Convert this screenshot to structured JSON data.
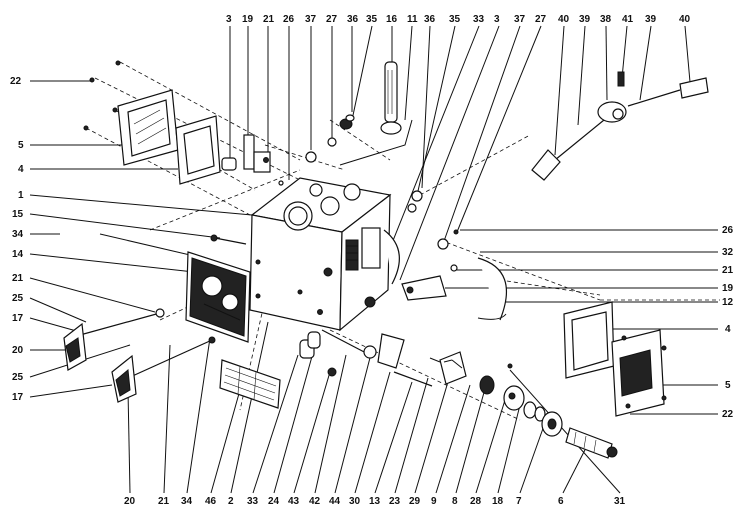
{
  "labels": {
    "top": [
      {
        "id": "t3a",
        "text": "3"
      },
      {
        "id": "t19",
        "text": "19"
      },
      {
        "id": "t21",
        "text": "21"
      },
      {
        "id": "t26",
        "text": "26"
      },
      {
        "id": "t37a",
        "text": "37"
      },
      {
        "id": "t27a",
        "text": "27"
      },
      {
        "id": "t36a",
        "text": "36"
      },
      {
        "id": "t35a",
        "text": "35"
      },
      {
        "id": "t16",
        "text": "16"
      },
      {
        "id": "t11",
        "text": "11"
      },
      {
        "id": "t36b",
        "text": "36"
      },
      {
        "id": "t35b",
        "text": "35"
      },
      {
        "id": "t33",
        "text": "33"
      },
      {
        "id": "t3b",
        "text": "3"
      },
      {
        "id": "t37b",
        "text": "37"
      },
      {
        "id": "t27b",
        "text": "27"
      },
      {
        "id": "t40a",
        "text": "40"
      },
      {
        "id": "t39a",
        "text": "39"
      },
      {
        "id": "t38",
        "text": "38"
      },
      {
        "id": "t41",
        "text": "41"
      },
      {
        "id": "t39b",
        "text": "39"
      },
      {
        "id": "t40b",
        "text": "40"
      }
    ],
    "left": [
      {
        "id": "l22",
        "text": "22"
      },
      {
        "id": "l5",
        "text": "5"
      },
      {
        "id": "l4",
        "text": "4"
      },
      {
        "id": "l1",
        "text": "1"
      },
      {
        "id": "l15",
        "text": "15"
      },
      {
        "id": "l34",
        "text": "34"
      },
      {
        "id": "l14",
        "text": "14"
      },
      {
        "id": "l21",
        "text": "21"
      },
      {
        "id": "l25a",
        "text": "25"
      },
      {
        "id": "l17a",
        "text": "17"
      },
      {
        "id": "l20",
        "text": "20"
      },
      {
        "id": "l25b",
        "text": "25"
      },
      {
        "id": "l17b",
        "text": "17"
      }
    ],
    "right": [
      {
        "id": "r26",
        "text": "26"
      },
      {
        "id": "r32",
        "text": "32"
      },
      {
        "id": "r21",
        "text": "21"
      },
      {
        "id": "r19",
        "text": "19"
      },
      {
        "id": "r12",
        "text": "12"
      },
      {
        "id": "r4",
        "text": "4"
      },
      {
        "id": "r5",
        "text": "5"
      },
      {
        "id": "r22",
        "text": "22"
      }
    ],
    "bottom": [
      {
        "id": "b20",
        "text": "20"
      },
      {
        "id": "b21",
        "text": "21"
      },
      {
        "id": "b34",
        "text": "34"
      },
      {
        "id": "b46",
        "text": "46"
      },
      {
        "id": "b2",
        "text": "2"
      },
      {
        "id": "b33",
        "text": "33"
      },
      {
        "id": "b24",
        "text": "24"
      },
      {
        "id": "b43",
        "text": "43"
      },
      {
        "id": "b42",
        "text": "42"
      },
      {
        "id": "b44",
        "text": "44"
      },
      {
        "id": "b30",
        "text": "30"
      },
      {
        "id": "b13",
        "text": "13"
      },
      {
        "id": "b23",
        "text": "23"
      },
      {
        "id": "b29",
        "text": "29"
      },
      {
        "id": "b9",
        "text": "9"
      },
      {
        "id": "b8",
        "text": "8"
      },
      {
        "id": "b28",
        "text": "28"
      },
      {
        "id": "b18",
        "text": "18"
      },
      {
        "id": "b7",
        "text": "7"
      },
      {
        "id": "b6",
        "text": "6"
      },
      {
        "id": "b31",
        "text": "31"
      }
    ]
  }
}
